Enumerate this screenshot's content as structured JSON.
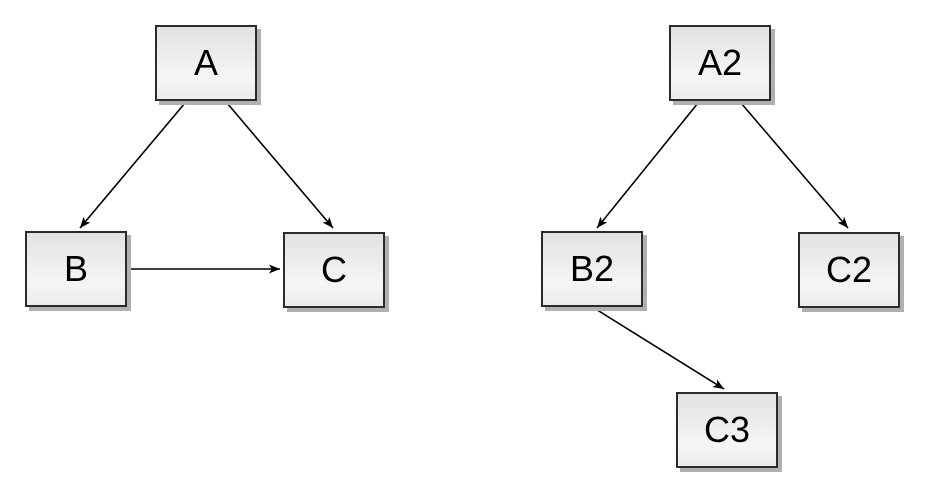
{
  "page": {
    "background": "#ffffff"
  },
  "diagram": {
    "type": "directed-graph",
    "style": {
      "node_fill_top": "#e2e2e2",
      "node_fill_mid": "#f5f5f5",
      "node_fill_bottom": "#ececec",
      "node_border": "#2b2b2b",
      "node_shadow": "#b0b0b0",
      "edge_color": "#000000",
      "text_color": "#000000"
    },
    "left_graph": {
      "nodes": [
        {
          "id": "A",
          "label": "A"
        },
        {
          "id": "B",
          "label": "B"
        },
        {
          "id": "C",
          "label": "C"
        }
      ],
      "edges": [
        {
          "from": "A",
          "to": "B"
        },
        {
          "from": "A",
          "to": "C"
        },
        {
          "from": "B",
          "to": "C"
        }
      ]
    },
    "right_graph": {
      "nodes": [
        {
          "id": "A2",
          "label": "A2"
        },
        {
          "id": "B2",
          "label": "B2"
        },
        {
          "id": "C2",
          "label": "C2"
        },
        {
          "id": "C3",
          "label": "C3"
        }
      ],
      "edges": [
        {
          "from": "A2",
          "to": "B2"
        },
        {
          "from": "A2",
          "to": "C2"
        },
        {
          "from": "B2",
          "to": "C3"
        }
      ]
    }
  }
}
